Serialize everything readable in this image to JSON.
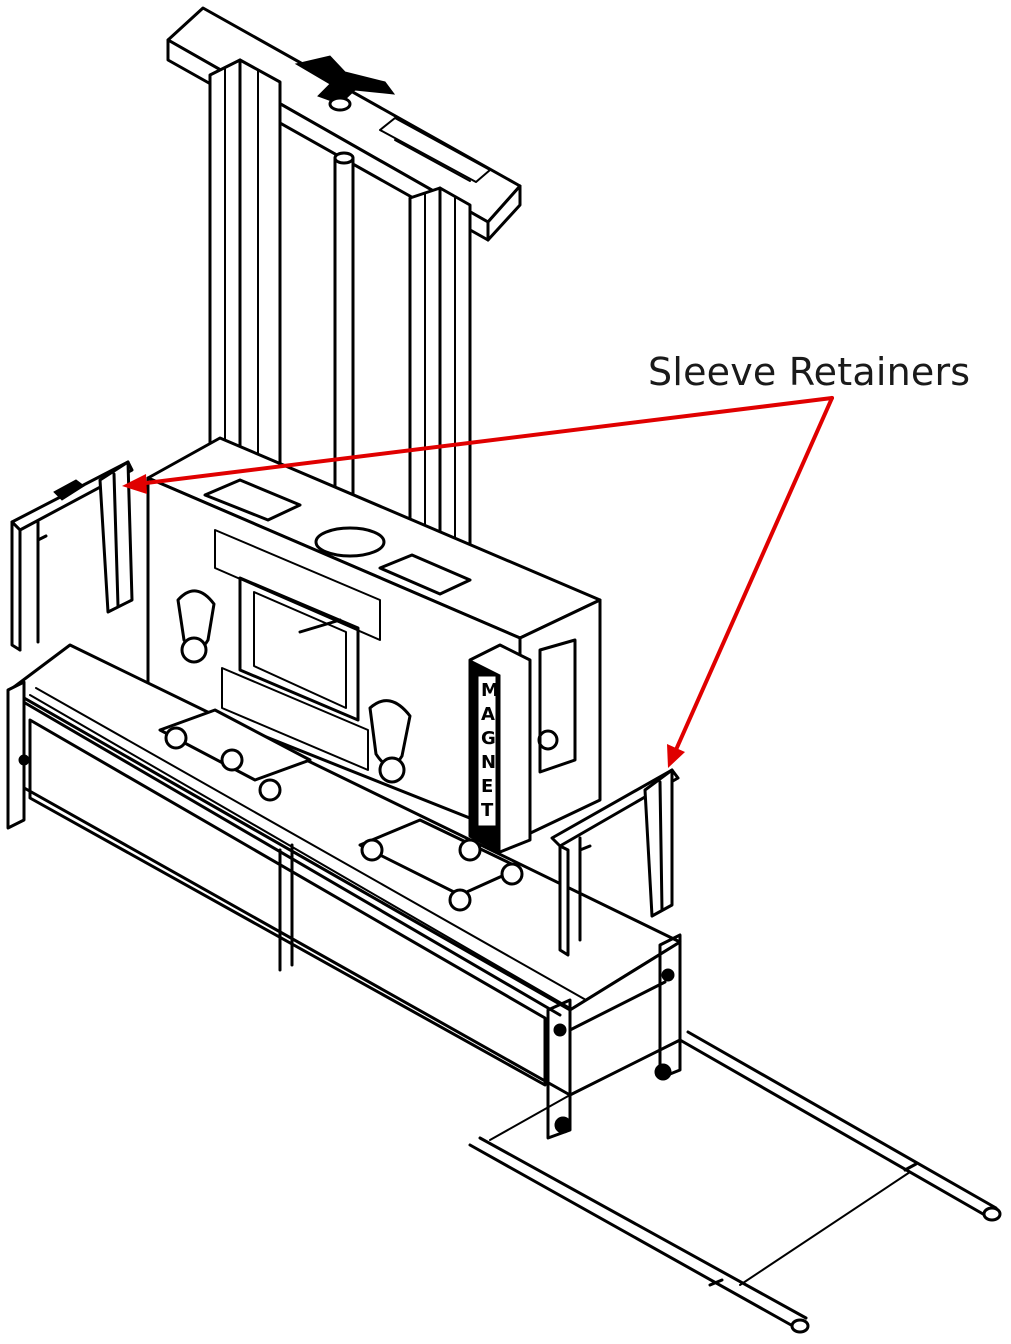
{
  "diagram": {
    "callout_label": "Sleeve Retainers",
    "magnet_label": [
      "M",
      "A",
      "G",
      "N",
      "E",
      "T"
    ],
    "colors": {
      "arrow": "#e00000",
      "ink": "#000000",
      "background": "#ffffff"
    }
  }
}
